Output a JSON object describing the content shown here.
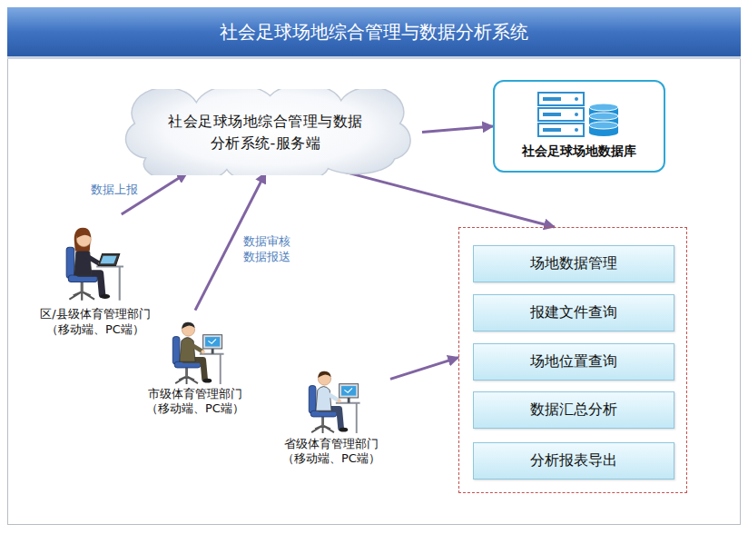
{
  "diagram": {
    "title": "社会足球场地综合管理与数据分析系统",
    "nodes": [
      {
        "text": [
          "社会足球场地综合管理与数据 分析系统-服务端"
        ]
      },
      {
        "text": [
          "社会足球场地数据库"
        ]
      },
      {
        "text": [
          "区/县级体育管理部门",
          "（移动端、PC端）"
        ]
      },
      {
        "text": [
          "市级体育管理部门",
          "（移动端、PC端）"
        ]
      },
      {
        "text": []
      },
      {
        "text": [
          "场地数据管理"
        ],
        "in": 4
      },
      {
        "text": [
          "报建文件查询"
        ],
        "in": 4
      },
      {
        "text": [
          "场地位置查询"
        ],
        "in": 4
      },
      {
        "text": [
          "数据汇总分析"
        ],
        "in": 4
      },
      {
        "text": [
          "分析报表导出"
        ],
        "in": 4
      },
      {
        "text": [
          "省级体育管理部门",
          "（移动端、PC端）"
        ]
      }
    ],
    "edges": [
      {
        "from": 0,
        "to": 1,
        "arrow": "to"
      },
      {
        "from": 0,
        "to": 4,
        "arrow": "to"
      },
      {
        "from": 2,
        "to": 0,
        "label": "数据上报",
        "arrow": "to"
      },
      {
        "from": 3,
        "to": 0,
        "label": "数据审核 数据报送",
        "arrow": "to"
      },
      {
        "from": 10,
        "to": 4,
        "arrow": "to"
      }
    ]
  }
}
